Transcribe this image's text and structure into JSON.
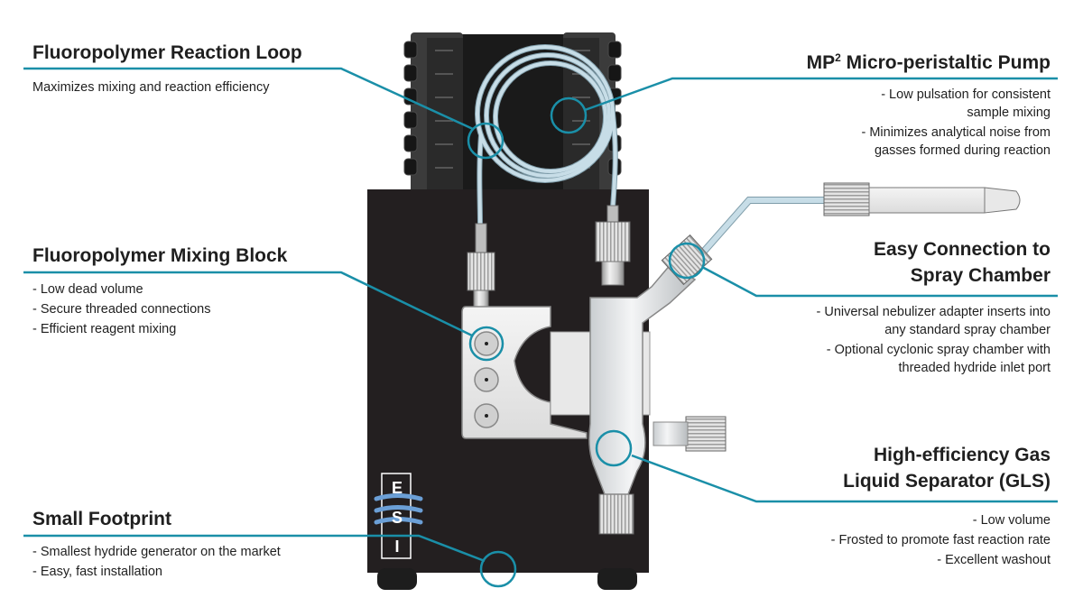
{
  "callouts": {
    "reaction_loop": {
      "title": "Fluoropolymer Reaction Loop",
      "description": "Maximizes mixing and reaction efficiency"
    },
    "mixing_block": {
      "title": "Fluoropolymer Mixing Block",
      "bullets": [
        "-  Low dead volume",
        "-  Secure threaded connections",
        "-  Efficient reagent mixing"
      ]
    },
    "footprint": {
      "title": "Small Footprint",
      "bullets": [
        "-  Smallest hydride generator on the market",
        "-  Easy, fast installation"
      ]
    },
    "pump": {
      "title_main": "MP",
      "title_sup": "2",
      "title_rest": " Micro-peristaltic Pump",
      "bullets": [
        {
          "line1": "-  Low pulsation for consistent",
          "line2": "sample mixing"
        },
        {
          "line1": "-  Minimizes analytical noise from",
          "line2": "gasses formed during reaction"
        }
      ]
    },
    "spray_chamber": {
      "title_line1": "Easy Connection to",
      "title_line2": "Spray Chamber",
      "bullets": [
        {
          "line1": "-  Universal nebulizer adapter inserts into",
          "line2": "any standard spray chamber"
        },
        {
          "line1": "-  Optional cyclonic spray chamber with",
          "line2": "threaded hydride inlet port"
        }
      ]
    },
    "gls": {
      "title_line1": "High-efficiency Gas",
      "title_line2": "Liquid Separator (GLS)",
      "bullets": [
        "-  Low volume",
        "-  Frosted to promote fast reaction rate",
        "-  Excellent washout"
      ]
    }
  },
  "logo": {
    "letters": [
      "E",
      "S",
      "I"
    ]
  },
  "colors": {
    "callout_line": "#1a8fa8",
    "body": "#231f20",
    "text": "#1f1f1f",
    "tubing": "#b9d4e0",
    "logo_swirl": "#6b9fd6"
  }
}
